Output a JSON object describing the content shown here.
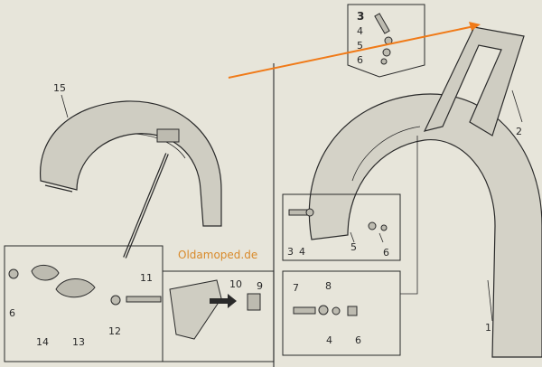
{
  "diagram": {
    "parts": {
      "p1": "1",
      "p2": "2",
      "p3": "3",
      "p4": "4",
      "p5": "5",
      "p6": "6",
      "p7": "7",
      "p8": "8",
      "p9": "9",
      "p10": "10",
      "p11": "11",
      "p12": "12",
      "p13": "13",
      "p14": "14",
      "p15": "15"
    },
    "inset_top": [
      "3",
      "4",
      "5",
      "6"
    ],
    "watermark": "Oldamoped.de",
    "colors": {
      "paper": "#e7e5da",
      "ink": "#2a2a2a",
      "arrow": "#f07a18",
      "watermark": "#d98a2a"
    }
  }
}
